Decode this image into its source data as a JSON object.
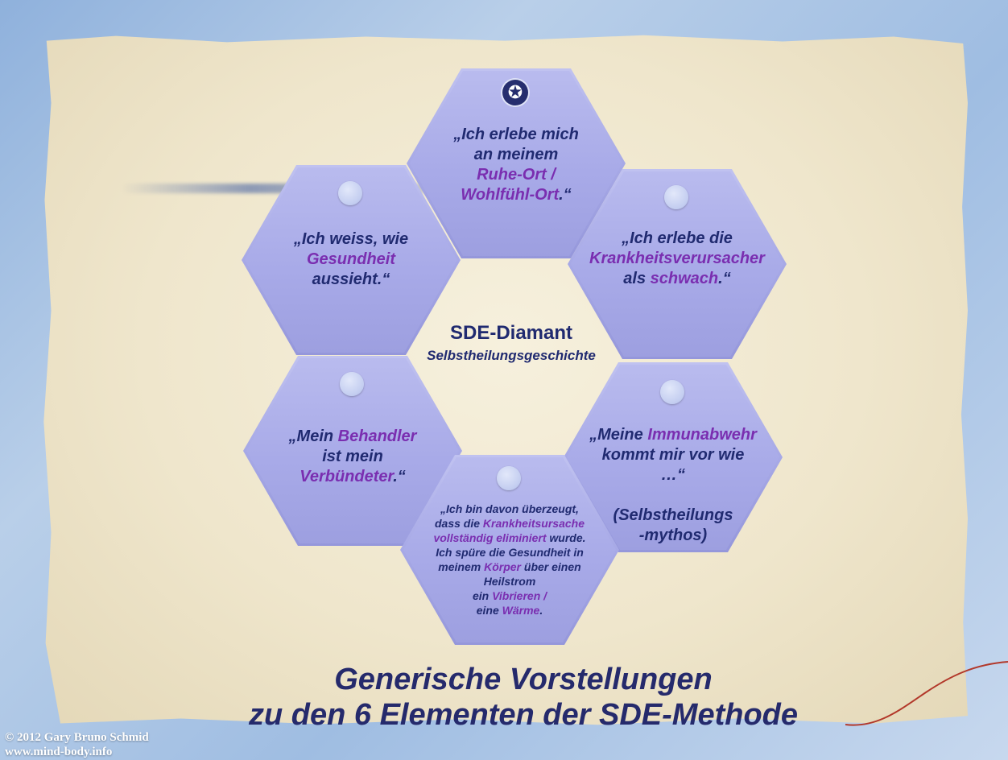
{
  "diagram": {
    "center_title": "SDE-Diamant",
    "center_subtitle": "Selbstheilungsgeschichte",
    "hexagons": {
      "top": {
        "badge": "✪",
        "t1": "„Ich erlebe mich",
        "t2": "an meinem",
        "h1": "Ruhe-Ort /",
        "h2": "Wohlfühl-Ort",
        "t3": ".“"
      },
      "upper_left": {
        "t1": "„Ich weiss, wie",
        "h1": "Gesundheit",
        "t2": " aussieht.“"
      },
      "upper_right": {
        "t1": "„Ich erlebe die",
        "h1": "Krankheitsverursacher",
        "t2": "als ",
        "h2": "schwach",
        "t3": ".“"
      },
      "lower_left": {
        "t1": "„Mein ",
        "h1": "Behandler",
        "t2": "ist mein ",
        "h2": "Verbündeter",
        "t3": ".“"
      },
      "lower_right": {
        "t1": "„Meine ",
        "h1": "Immunabwehr",
        "t2": "kommt mir vor wie …“",
        "t3": "(Selbstheilungs",
        "t4": "-mythos)"
      },
      "bottom": {
        "t1": "„Ich bin davon überzeugt,",
        "t2": "dass die ",
        "h1": "Krankheitsursache",
        "h2": "vollständig eliminiert",
        "t3": " wurde.",
        "t4": "Ich spüre die Gesundheit in",
        "t5": "meinem ",
        "h3": "Körper",
        "t6": " über einen",
        "t7": "Heilstrom",
        "t8": "ein ",
        "h4": "Vibrieren /",
        "t9": "eine ",
        "h5": "Wärme",
        "t10": "."
      }
    }
  },
  "title": {
    "line1": "Generische Vorstellungen",
    "line2": "zu den 6 Elementen der SDE-Methode"
  },
  "footer": {
    "copyright": "© 2012 Gary Bruno Schmid",
    "url": "www.mind-body.info"
  },
  "colors": {
    "text_dark": "#202a70",
    "highlight": "#7a2eb0",
    "hexagon_fill": "#a8aae8"
  }
}
